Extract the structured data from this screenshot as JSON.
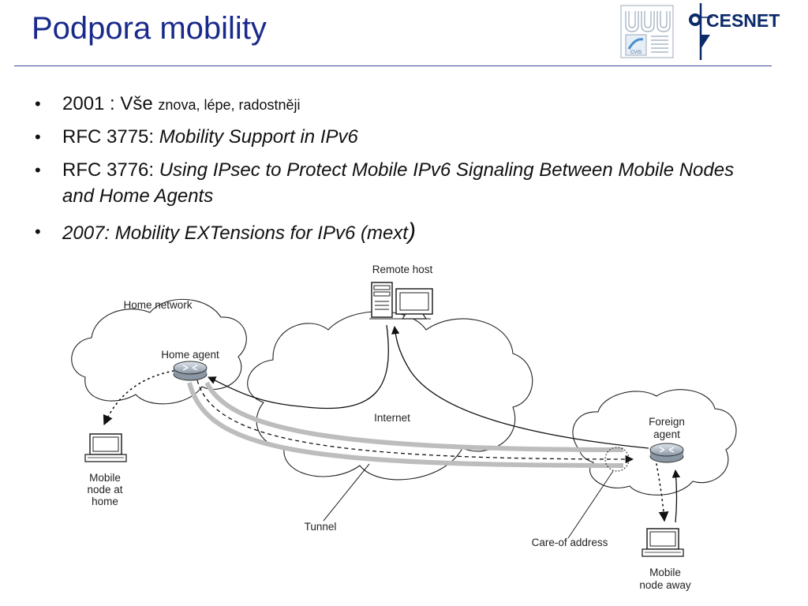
{
  "header": {
    "title": "Podpora mobility",
    "logos": {
      "left_badge_text": "CVIS",
      "right_text": "CESNET"
    }
  },
  "bullets": [
    {
      "prefix": "2001 : Vše ",
      "small": "znova, lépe, radostněji"
    },
    {
      "prefix": "RFC 3775: ",
      "italic": "Mobility Support in IPv6"
    },
    {
      "prefix": "RFC 3776: ",
      "italic": "Using IPsec to Protect Mobile IPv6 Signaling Between Mobile Nodes and Home Agents"
    },
    {
      "italic": "2007: Mobility EXTensions for IPv6 (mext",
      "paren": ")"
    }
  ],
  "diagram": {
    "labels": {
      "remote_host": "Remote host",
      "home_network": "Home network",
      "home_agent": "Home agent",
      "internet": "Internet",
      "foreign_agent_1": "Foreign",
      "foreign_agent_2": "agent",
      "mobile_home_1": "Mobile",
      "mobile_home_2": "node at",
      "mobile_home_3": "home",
      "tunnel": "Tunnel",
      "care_of_address": "Care-of address",
      "mobile_away_1": "Mobile",
      "mobile_away_2": "node away"
    }
  }
}
